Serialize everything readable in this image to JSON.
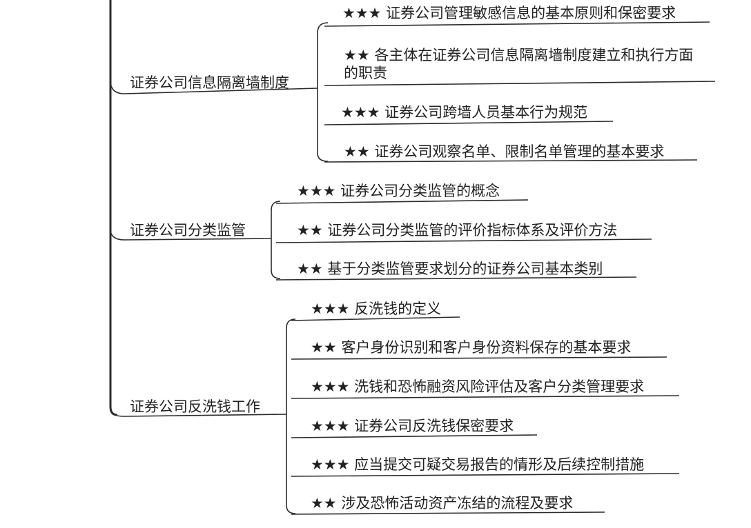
{
  "colors": {
    "line": "#2b2b2b",
    "text": "#222222",
    "background": "#ffffff"
  },
  "branches": [
    {
      "label": "证券公司信息隔离墙制度",
      "items": [
        {
          "stars": "★★★",
          "text": "证券公司管理敏感信息的基本原则和保密要求"
        },
        {
          "stars": "★★",
          "text": "各主体在证券公司信息隔离墙制度建立和执行方面的职责"
        },
        {
          "stars": "★★★",
          "text": "证券公司跨墙人员基本行为规范"
        },
        {
          "stars": "★★",
          "text": "证券公司观察名单、限制名单管理的基本要求"
        }
      ]
    },
    {
      "label": "证券公司分类监管",
      "items": [
        {
          "stars": "★★★",
          "text": "证券公司分类监管的概念"
        },
        {
          "stars": "★★",
          "text": "证券公司分类监管的评价指标体系及评价方法"
        },
        {
          "stars": "★★",
          "text": "基于分类监管要求划分的证券公司基本类别"
        }
      ]
    },
    {
      "label": "证券公司反洗钱工作",
      "items": [
        {
          "stars": "★★★",
          "text": "反洗钱的定义"
        },
        {
          "stars": "★★",
          "text": "客户身份识别和客户身份资料保存的基本要求"
        },
        {
          "stars": "★★★",
          "text": "洗钱和恐怖融资风险评估及客户分类管理要求"
        },
        {
          "stars": "★★★",
          "text": "证券公司反洗钱保密要求"
        },
        {
          "stars": "★★★",
          "text": "应当提交可疑交易报告的情形及后续控制措施"
        },
        {
          "stars": "★★",
          "text": "涉及恐怖活动资产冻结的流程及要求"
        }
      ]
    }
  ]
}
